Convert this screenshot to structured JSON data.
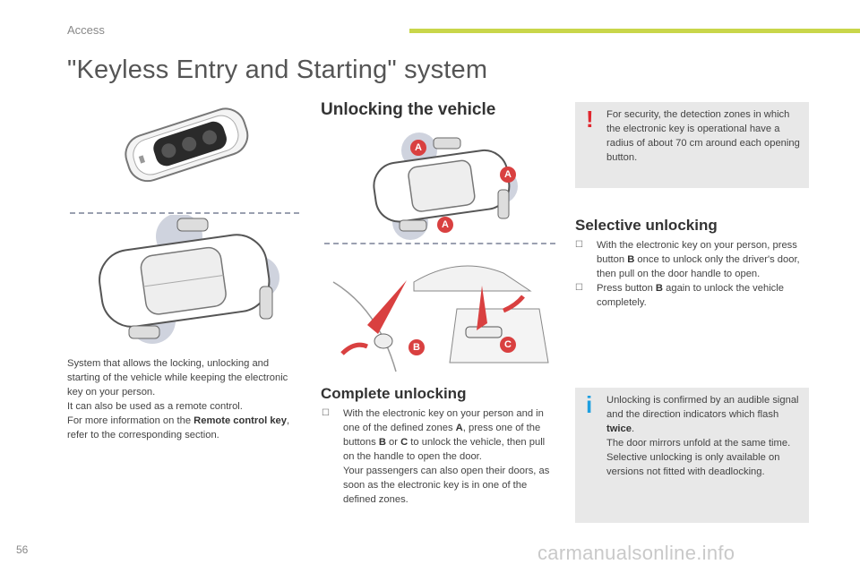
{
  "header": {
    "section": "Access"
  },
  "page_title": "\"Keyless Entry and Starting\" system",
  "intro": {
    "text1": "System that allows the locking, unlocking and starting of the vehicle while keeping the electronic key on your person.",
    "text2": "It can also be used as a remote control.",
    "text3": "For more information on the ",
    "bold": "Remote control key",
    "text4": ", refer to the corresponding section."
  },
  "unlocking": {
    "title": "Unlocking the vehicle",
    "labels": [
      "A",
      "A",
      "A",
      "B",
      "C"
    ]
  },
  "complete": {
    "title": "Complete unlocking",
    "bullet": "☐",
    "t1": "With the electronic key on your person and in one of the defined zones ",
    "b1": "A",
    "t2": ", press one of the buttons ",
    "b2": "B",
    "t3": " or ",
    "b3": "C",
    "t4": " to unlock the vehicle, then pull on the handle to open the door.",
    "t5": "Your passengers can also open their doors, as soon as the electronic key is in one of the defined zones."
  },
  "warning": {
    "icon": "!",
    "text": "For security, the detection zones in which the electronic key is operational have a radius of about 70 cm around each opening button."
  },
  "selective": {
    "title": "Selective unlocking",
    "bullet": "☐",
    "i1a": "With the electronic key on your person, press button ",
    "i1b": "B",
    "i1c": " once to unlock only the driver's door, then pull on the door handle to open.",
    "i2a": "Press button ",
    "i2b": "B",
    "i2c": " again to unlock the vehicle completely."
  },
  "info": {
    "icon": "i",
    "t1": "Unlocking is confirmed by an audible signal and the direction indicators which flash ",
    "b1": "twice",
    "t2": ".",
    "t3": "The door mirrors unfold at the same time.",
    "t4": "Selective unlocking is only available on versions not fitted with deadlocking."
  },
  "footer": {
    "page_number": "56",
    "watermark": "carmanualsonline.info"
  },
  "colors": {
    "accent": "#c9d64a",
    "warning": "#e0262e",
    "info": "#1e9fe0",
    "label": "#d94040"
  }
}
